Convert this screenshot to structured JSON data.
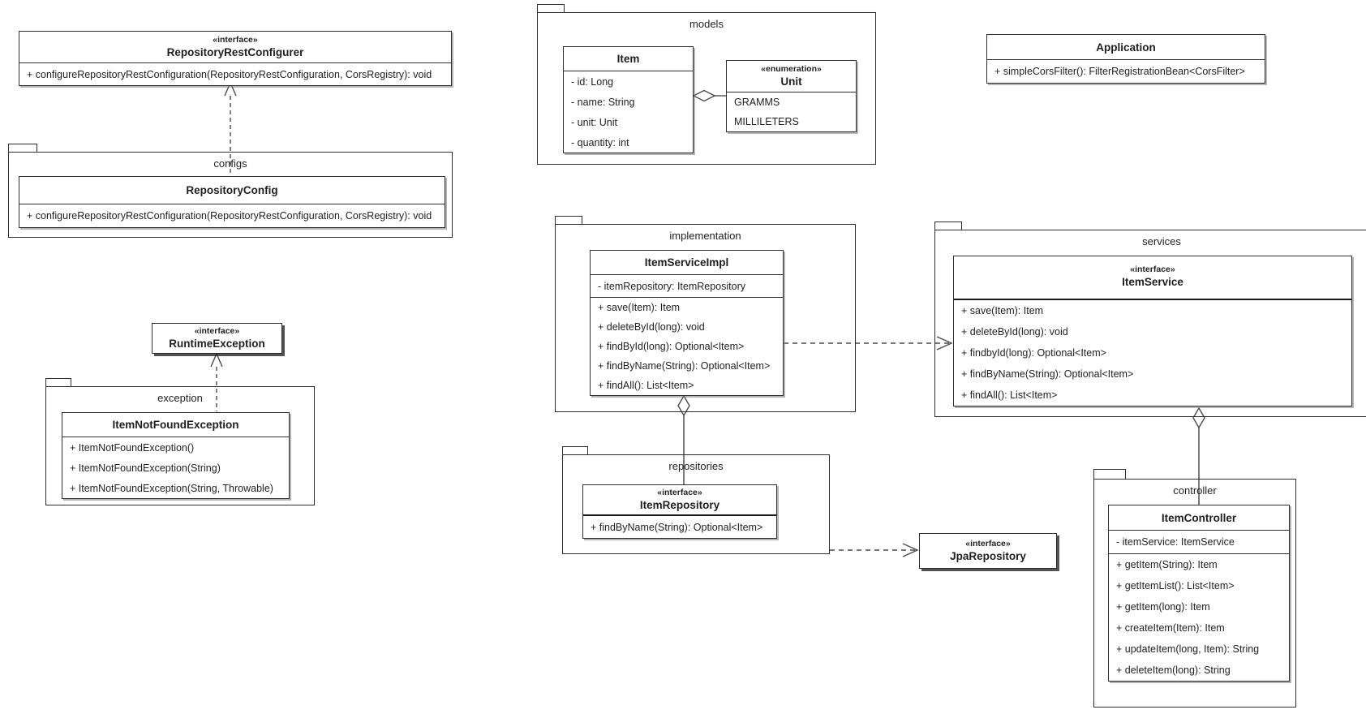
{
  "packages": {
    "configs": "configs",
    "models": "models",
    "exception": "exception",
    "implementation": "implementation",
    "services": "services",
    "repositories": "repositories",
    "controller": "controller"
  },
  "classes": {
    "repositoryRestConfigurer": {
      "stereotype": "«interface»",
      "name": "RepositoryRestConfigurer",
      "methods": [
        "+ configureRepositoryRestConfiguration(RepositoryRestConfiguration, CorsRegistry): void"
      ]
    },
    "repositoryConfig": {
      "name": "RepositoryConfig",
      "methods": [
        "+ configureRepositoryRestConfiguration(RepositoryRestConfiguration, CorsRegistry): void"
      ]
    },
    "runtimeException": {
      "stereotype": "«interface»",
      "name": "RuntimeException"
    },
    "itemNotFoundException": {
      "name": "ItemNotFoundException",
      "methods": [
        "+ ItemNotFoundException()",
        "+ ItemNotFoundException(String)",
        "+ ItemNotFoundException(String, Throwable)"
      ]
    },
    "item": {
      "name": "Item",
      "attributes": [
        "- id: Long",
        "- name: String",
        "- unit: Unit",
        "- quantity: int"
      ]
    },
    "unit": {
      "stereotype": "«enumeration»",
      "name": "Unit",
      "values": [
        "GRAMMS",
        "MILLILETERS"
      ]
    },
    "application": {
      "name": "Application",
      "methods": [
        "+ simpleCorsFilter(): FilterRegistrationBean<CorsFilter>"
      ]
    },
    "itemServiceImpl": {
      "name": "ItemServiceImpl",
      "attributes": [
        "- itemRepository: ItemRepository"
      ],
      "methods": [
        "+ save(Item): Item",
        "+ deleteById(long): void",
        "+ findById(long): Optional<Item>",
        "+ findByName(String): Optional<Item>",
        "+ findAll(): List<Item>"
      ]
    },
    "itemService": {
      "stereotype": "«interface»",
      "name": "ItemService",
      "methods": [
        "+ save(Item): Item",
        "+ deleteById(long): void",
        "+ findbyId(long): Optional<Item>",
        "+ findByName(String): Optional<Item>",
        "+ findAll(): List<Item>"
      ]
    },
    "itemRepository": {
      "stereotype": "«interface»",
      "name": "ItemRepository",
      "methods": [
        "+ findByName(String): Optional<Item>"
      ]
    },
    "jpaRepository": {
      "stereotype": "«interface»",
      "name": "JpaRepository"
    },
    "itemController": {
      "name": "ItemController",
      "attributes": [
        "- itemService: ItemService"
      ],
      "methods": [
        "+ getItem(String): Item",
        "+ getItemList(): List<Item>",
        "+ getItem(long): Item",
        "+ createItem(Item): Item",
        "+ updateItem(long, Item): String",
        "+ deleteItem(long): String"
      ]
    }
  },
  "colors": {
    "border": "#2e2e2e",
    "connector": "#4a4a4a",
    "text": "#1f1f1f",
    "background": "#ffffff"
  }
}
